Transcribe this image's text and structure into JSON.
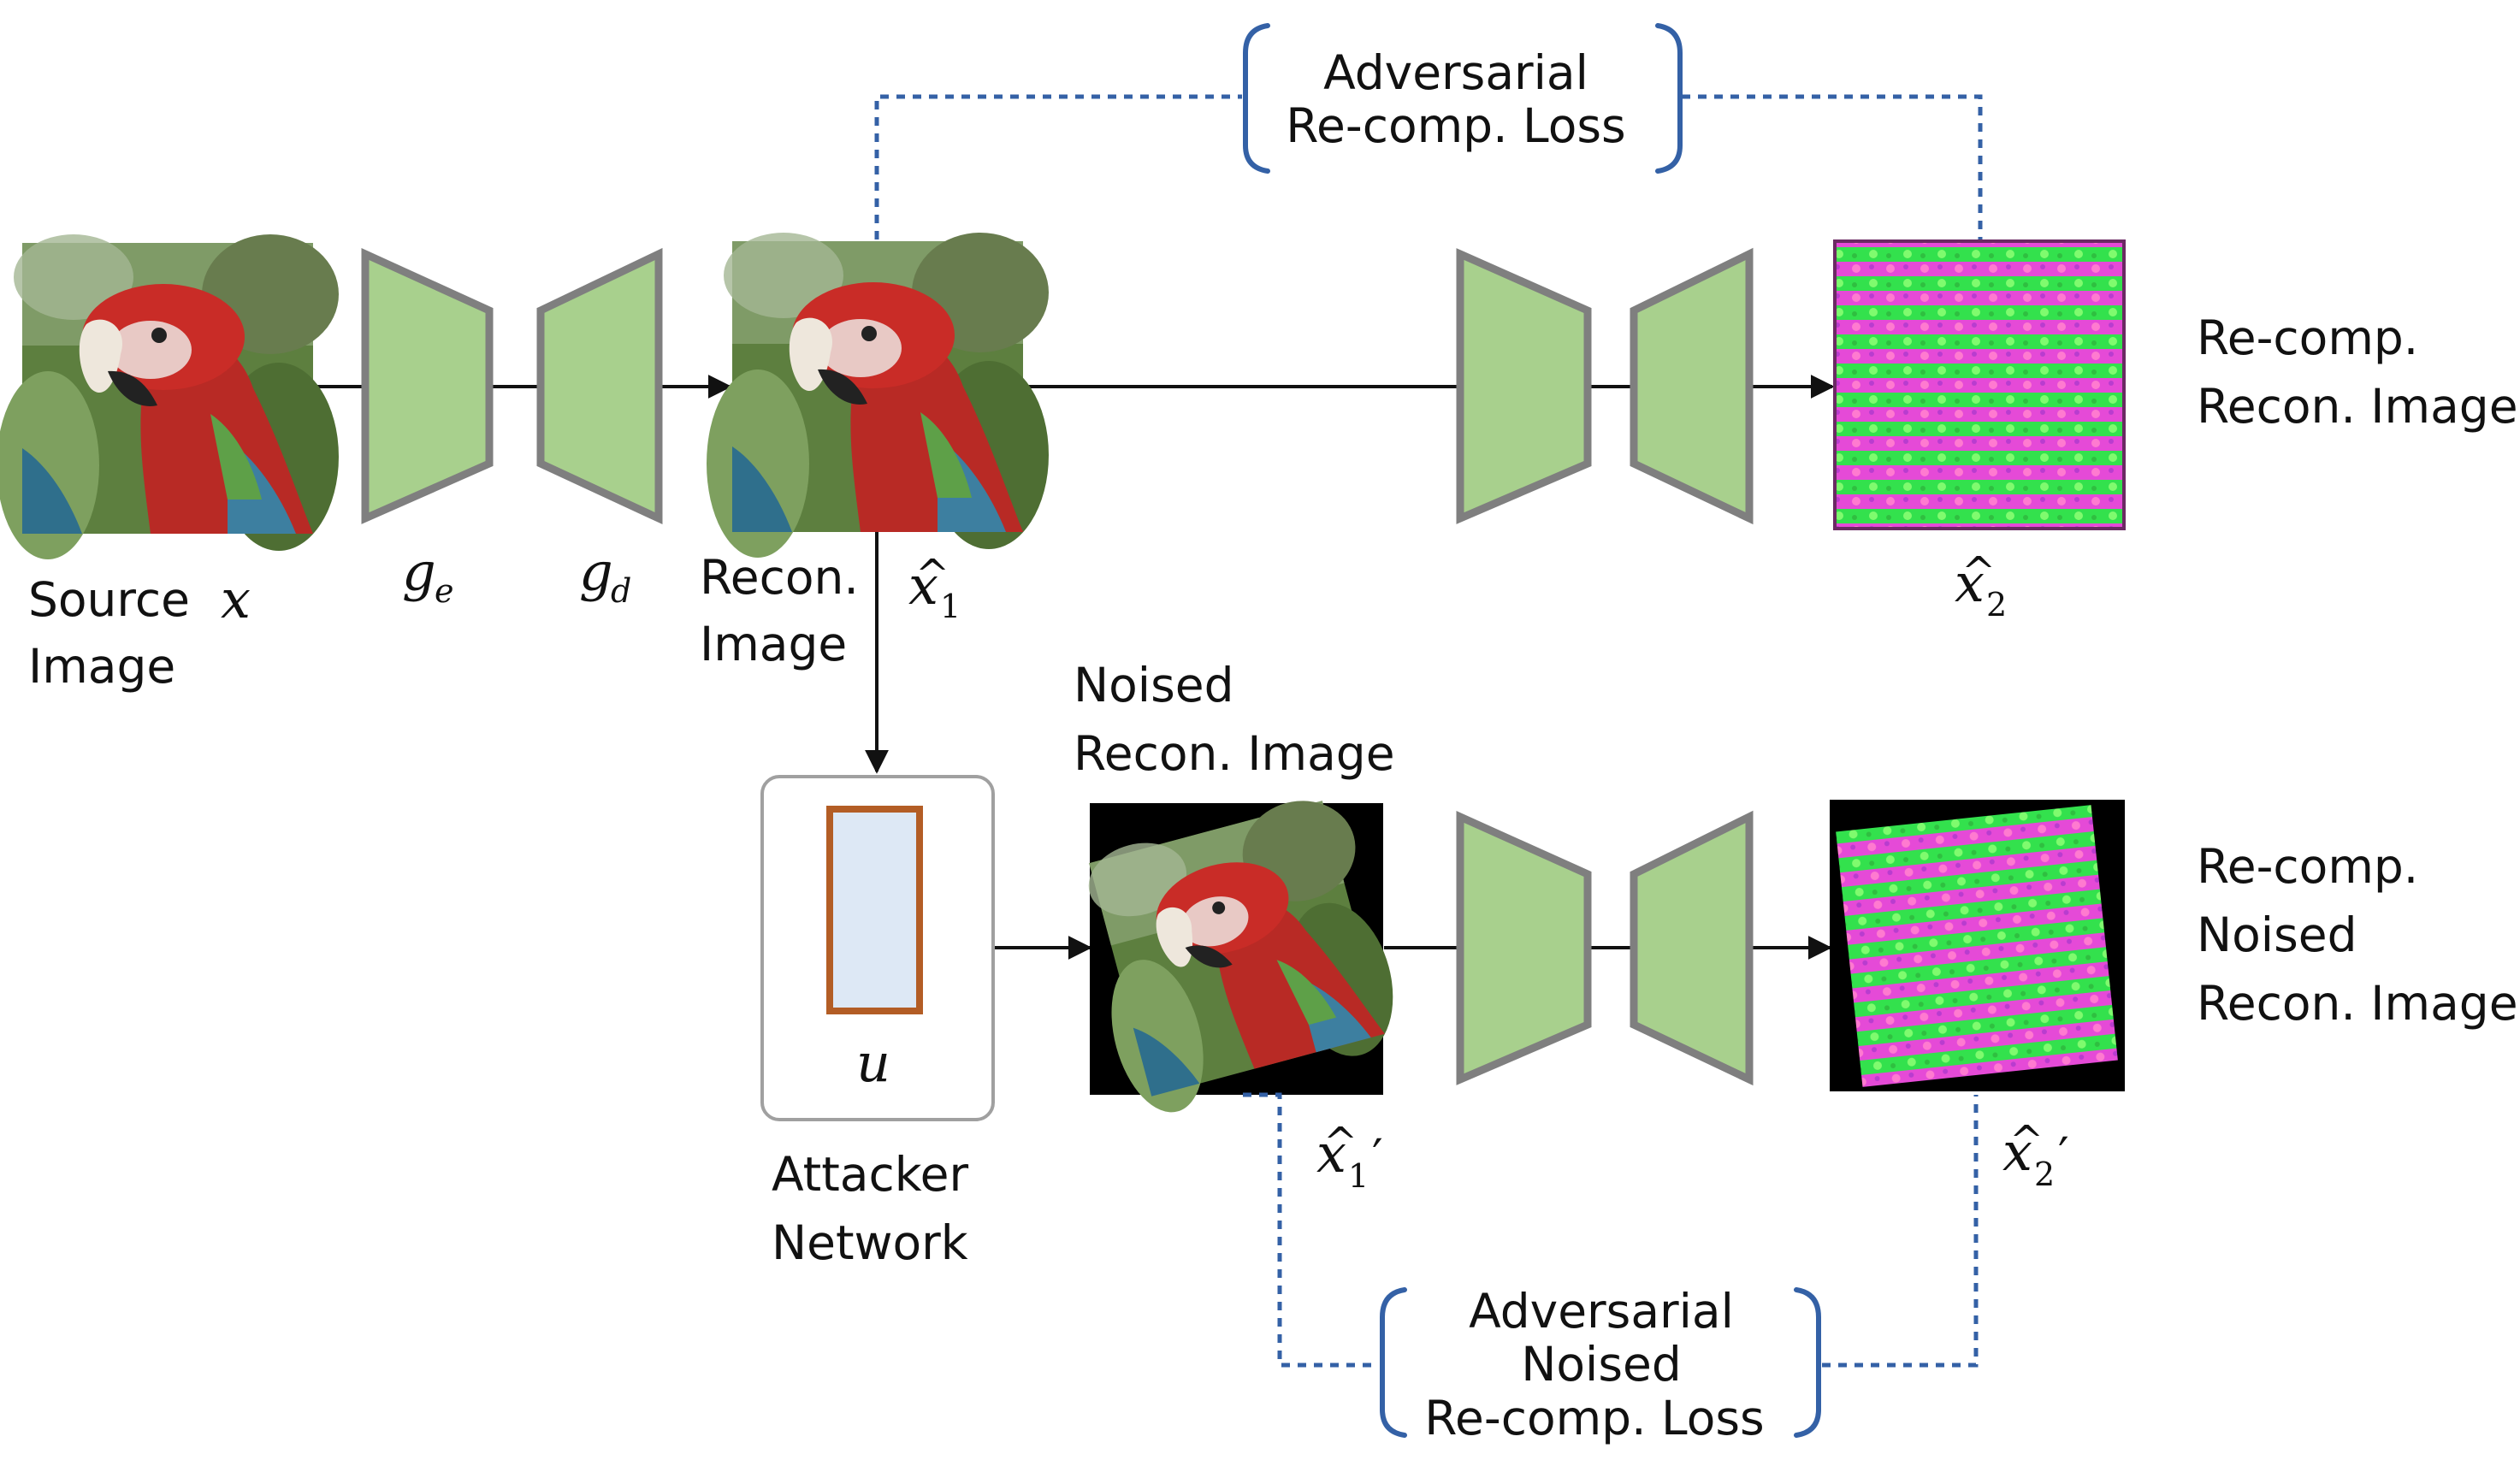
{
  "labels": {
    "source_image": [
      "Source",
      "Image"
    ],
    "source_symbol": "x",
    "encoder": {
      "base": "g",
      "sub": "e"
    },
    "decoder": {
      "base": "g",
      "sub": "d"
    },
    "recon_image": [
      "Recon.",
      "Image"
    ],
    "recon_symbol": {
      "base": "x",
      "hat": "^",
      "sub": "1"
    },
    "recomp_recon_image": [
      "Re-comp.",
      "Recon. Image"
    ],
    "recomp_symbol": {
      "base": "x",
      "hat": "^",
      "sub": "2"
    },
    "noised_recon_image": [
      "Noised",
      "Recon. Image"
    ],
    "noised_symbol": {
      "base": "x",
      "hat": "^",
      "sub": "1",
      "prime": "′"
    },
    "recomp_noised_image": [
      "Re-comp.",
      "Noised",
      "Recon. Image"
    ],
    "recomp_noised_symbol": {
      "base": "x",
      "hat": "^",
      "sub": "2",
      "prime": "′"
    },
    "attacker": {
      "symbol": "u",
      "caption": [
        "Attacker",
        "Network"
      ]
    },
    "loss_top": [
      "Adversarial",
      "Re-comp. Loss"
    ],
    "loss_bottom": [
      "Adversarial",
      "Noised",
      "Re-comp. Loss"
    ]
  },
  "colors": {
    "codec_fill": "#a8d08d",
    "codec_stroke": "#7f7f7f",
    "loss_line": "#3461a6",
    "attacker_box": "#a0a0a0",
    "attacker_inner_fill": "#dde8f5",
    "attacker_inner_stroke": "#b35d25",
    "flow_line": "#111111"
  },
  "icons": {
    "source": "parrot-photo",
    "recon": "parrot-photo",
    "noised": "rotated-parrot-photo",
    "recomp": "striped-artifact-image",
    "recomp_noised": "rotated-striped-artifact-image"
  }
}
